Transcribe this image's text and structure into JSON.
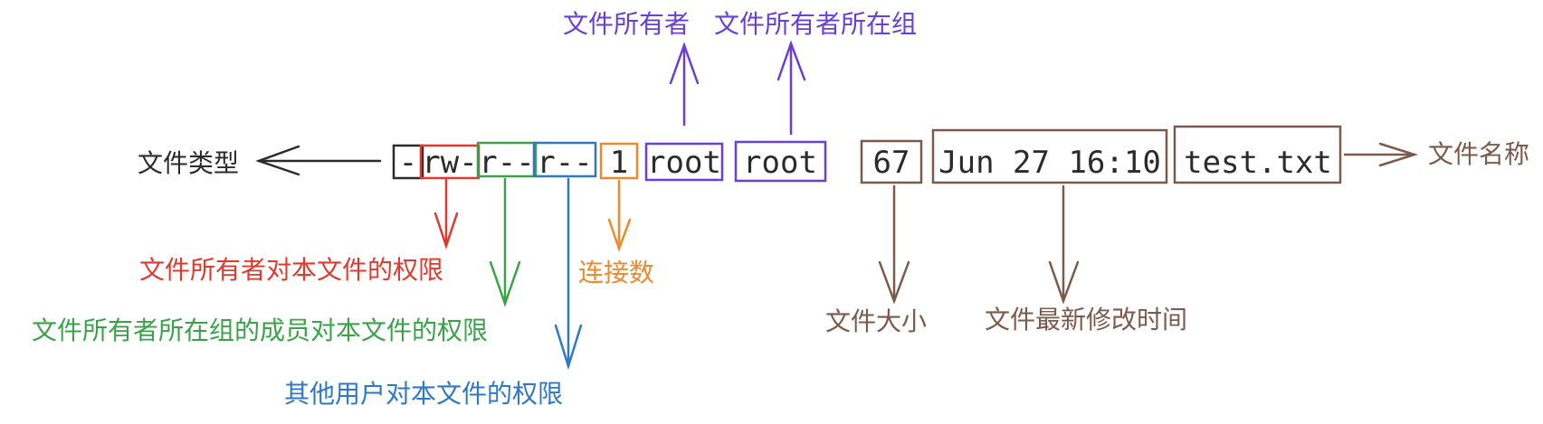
{
  "colors": {
    "black": "#2b2b2b",
    "red": "#e03a2f",
    "green": "#3aa34a",
    "blue": "#2f78c4",
    "orange": "#ec8a2d",
    "purple": "#6a3fd6",
    "brown": "#7a5a4b"
  },
  "ls_fields": {
    "type": "-",
    "owner_perm": "rw-",
    "group_perm": "r--",
    "other_perm": "r--",
    "links": "1",
    "owner": "root",
    "group": "root",
    "size": "67",
    "mtime": "Jun 27 16:10",
    "name": "test.txt"
  },
  "labels": {
    "file_type": "文件类型",
    "owner_perm": "文件所有者对本文件的权限",
    "group_perm": "文件所有者所在组的成员对本文件的权限",
    "other_perm": "其他用户对本文件的权限",
    "links": "连接数",
    "owner": "文件所有者",
    "group": "文件所有者所在组",
    "size": "文件大小",
    "mtime": "文件最新修改时间",
    "name": "文件名称"
  }
}
